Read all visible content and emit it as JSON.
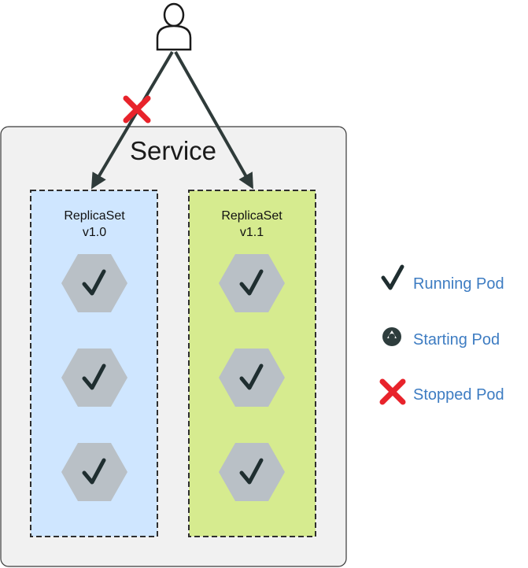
{
  "service": {
    "label": "Service"
  },
  "replicasets": [
    {
      "name": "ReplicaSet",
      "version": "v1.0",
      "color": "#cfe6ff",
      "pods": [
        "running",
        "running",
        "running"
      ]
    },
    {
      "name": "ReplicaSet",
      "version": "v1.1",
      "color": "#d6eb8f",
      "pods": [
        "running",
        "running",
        "running"
      ]
    }
  ],
  "connections": [
    {
      "from": "user",
      "to": "ReplicaSet v1.0",
      "status": "stopped"
    },
    {
      "from": "user",
      "to": "ReplicaSet v1.1",
      "status": "running"
    }
  ],
  "legend": [
    {
      "icon": "check-icon",
      "label": "Running Pod"
    },
    {
      "icon": "recycle-icon",
      "label": "Starting Pod"
    },
    {
      "icon": "cross-icon",
      "label": "Stopped Pod"
    }
  ],
  "colors": {
    "running": "#1f2e30",
    "stopped": "#e8232b",
    "legend_text": "#3d7cc2",
    "pod": "#b9c0c6"
  }
}
